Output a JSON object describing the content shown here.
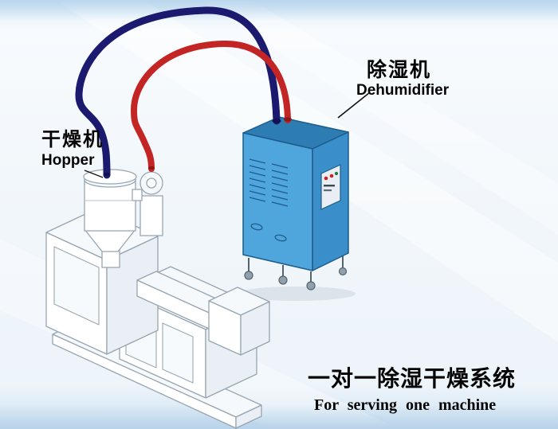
{
  "labels": {
    "hopper": {
      "cn": "干燥机",
      "en": "Hopper"
    },
    "dehumidifier": {
      "cn": "除湿机",
      "en": "Dehumidifier"
    }
  },
  "caption": {
    "cn": "一对一除湿干燥系统",
    "en": "For serving one machine"
  },
  "colors": {
    "hose_red": "#c32525",
    "hose_blue": "#1b1a6e",
    "cabinet_front": "#4fa6dc",
    "cabinet_side": "#3a8ec9",
    "cabinet_top": "#2d7cb2",
    "machine_line": "#97a5b2",
    "background_band": "#c9dff1"
  },
  "parts": {
    "dehumidifier_unit": "dehumidifier cabinet",
    "hopper_dryer": "drying hopper",
    "extruder": "extruder machine",
    "blue_hose": "return air hose",
    "red_hose": "dry air hose",
    "blower": "blower unit"
  }
}
